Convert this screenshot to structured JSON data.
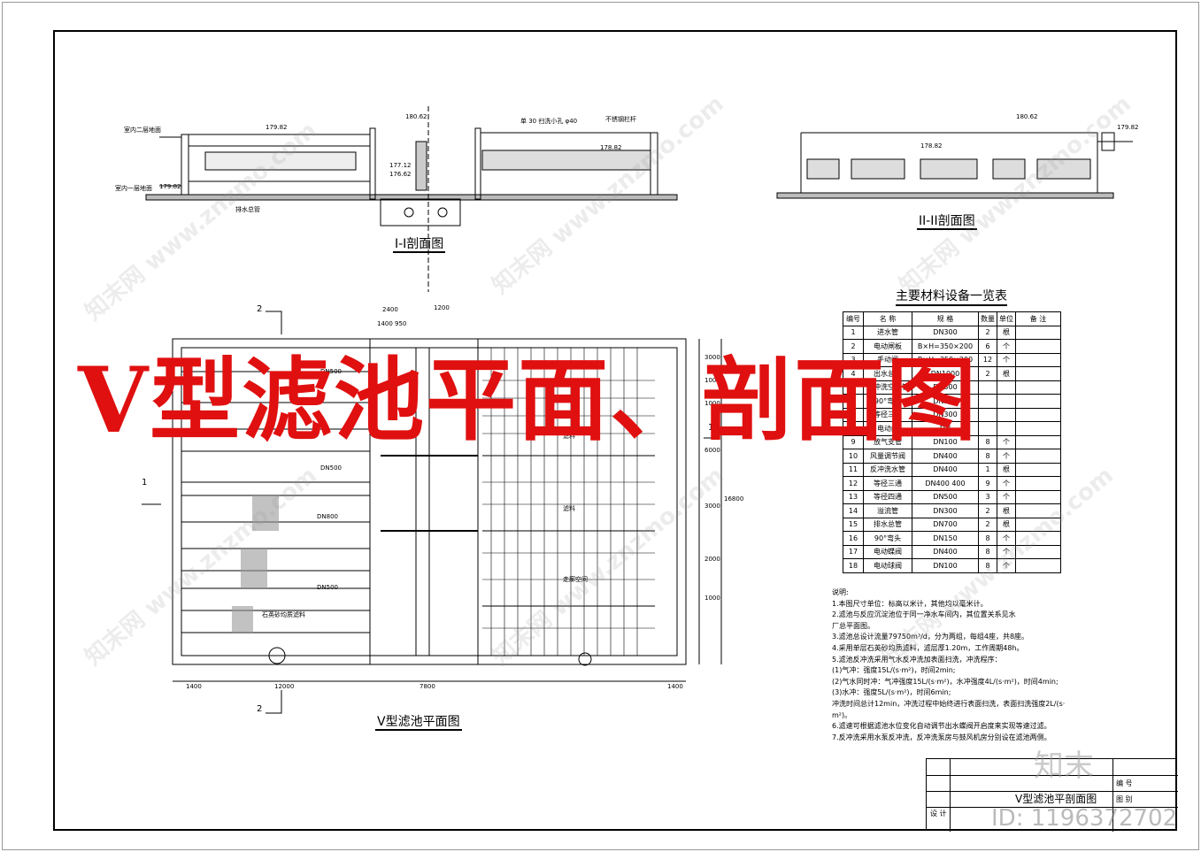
{
  "banner": "V型滤池平面、剖面图",
  "views": {
    "section1": "I-I剖面图",
    "section2": "II-II剖面图",
    "plan": "V型滤池平面图"
  },
  "table": {
    "title": "主要材料设备一览表",
    "headers": [
      "编号",
      "名 称",
      "规 格",
      "数量",
      "单位",
      "备 注"
    ],
    "rows": [
      [
        "1",
        "进水管",
        "DN300",
        "2",
        "根",
        ""
      ],
      [
        "2",
        "电动闸板",
        "B×H=350×200",
        "6",
        "个",
        ""
      ],
      [
        "3",
        "手动闸",
        "B×H=350×200",
        "12",
        "个",
        ""
      ],
      [
        "4",
        "出水总管",
        "DN1000",
        "2",
        "根",
        ""
      ],
      [
        "5",
        "反冲洗空气管",
        "DN300",
        "",
        "",
        ""
      ],
      [
        "6",
        "90°弯头",
        "DN300",
        "",
        "",
        ""
      ],
      [
        "7",
        "等径三通",
        "DN300",
        "",
        "",
        ""
      ],
      [
        "8",
        "电动阀",
        "DN",
        "",
        "",
        ""
      ],
      [
        "9",
        "放气支管",
        "DN100",
        "8",
        "个",
        ""
      ],
      [
        "10",
        "风量调节阀",
        "DN400",
        "8",
        "个",
        ""
      ],
      [
        "11",
        "反冲洗水管",
        "DN400",
        "1",
        "根",
        ""
      ],
      [
        "12",
        "等径三通",
        "DN400 400",
        "9",
        "个",
        ""
      ],
      [
        "13",
        "等径四通",
        "DN500",
        "3",
        "个",
        ""
      ],
      [
        "14",
        "溢流管",
        "DN300",
        "2",
        "根",
        ""
      ],
      [
        "15",
        "排水总管",
        "DN700",
        "2",
        "根",
        ""
      ],
      [
        "16",
        "90°弯头",
        "DN150",
        "8",
        "个",
        ""
      ],
      [
        "17",
        "电动蝶阀",
        "DN400",
        "8",
        "个",
        ""
      ],
      [
        "18",
        "电动球阀",
        "DN100",
        "8",
        "个",
        ""
      ]
    ]
  },
  "notes": [
    "说明:",
    "1.本图尺寸单位：标高以米计，其他均以毫米计。",
    "2.滤池与反应沉淀池位于同一净水车间内，其位置关系见水",
    "  厂总平面图。",
    "3.滤池总设计流量79750m³/d，分为两组，每组4座，共8座。",
    "4.采用单层石英砂均质滤料，滤层厚1.20m，工作周期48h。",
    "5.滤池反冲洗采用气水反冲洗加表面扫洗，冲洗程序：",
    "  (1)气冲：强度15L/(s·m²)，时间2min;",
    "  (2)气水同时冲：气冲强度15L/(s·m²)，水冲强度4L/(s·m²)，时间4min;",
    "  (3)水冲：强度5L/(s·m²)，时间6min;",
    "  冲洗时间总计12min，冲洗过程中始终进行表面扫洗，表面扫洗强度2L/(s·",
    "m²)。",
    "6.滤速可根据滤池水位变化自动调节出水蝶阀开启度来实现等速过滤。",
    "7.反冲洗采用水泵反冲洗，反冲洗泵房与鼓风机房分别设在滤池两侧。"
  ],
  "titleblock": {
    "drawing_name": "V型滤池平剖面图",
    "label_design": "设 计",
    "label_no": "编 号",
    "label_sheet": "图 别"
  },
  "elevations": [
    "179.82",
    "180.62",
    "178.82",
    "179.82",
    "176.62",
    "177.12",
    "178.82",
    "180.62",
    "179.82"
  ],
  "dims": {
    "bottom": [
      "1400",
      "12000",
      "7800",
      "1400"
    ],
    "right": [
      "3000",
      "1000",
      "1000",
      "6000",
      "3000",
      "2000",
      "1000",
      "16800"
    ],
    "top": [
      "1400",
      "950",
      "1200",
      "2400"
    ]
  },
  "plan_labels": [
    "DN500",
    "DN800",
    "DN500",
    "DN500",
    "石英砂均质滤料",
    "滤料",
    "滤料",
    "走廊空间"
  ],
  "section_labels": {
    "s1_left": [
      "室内二层地面",
      "室内一层地面"
    ],
    "s1_pipe": "排水总管",
    "s1_right": "不锈钢栏杆",
    "s1_hole": "单 30 扫洗小孔 φ40"
  },
  "markers": {
    "cut1": "1",
    "cut2": "2"
  },
  "watermark": "知末网 www.znzmo.com",
  "logo": "知末",
  "id_text": "ID: 1196372702"
}
